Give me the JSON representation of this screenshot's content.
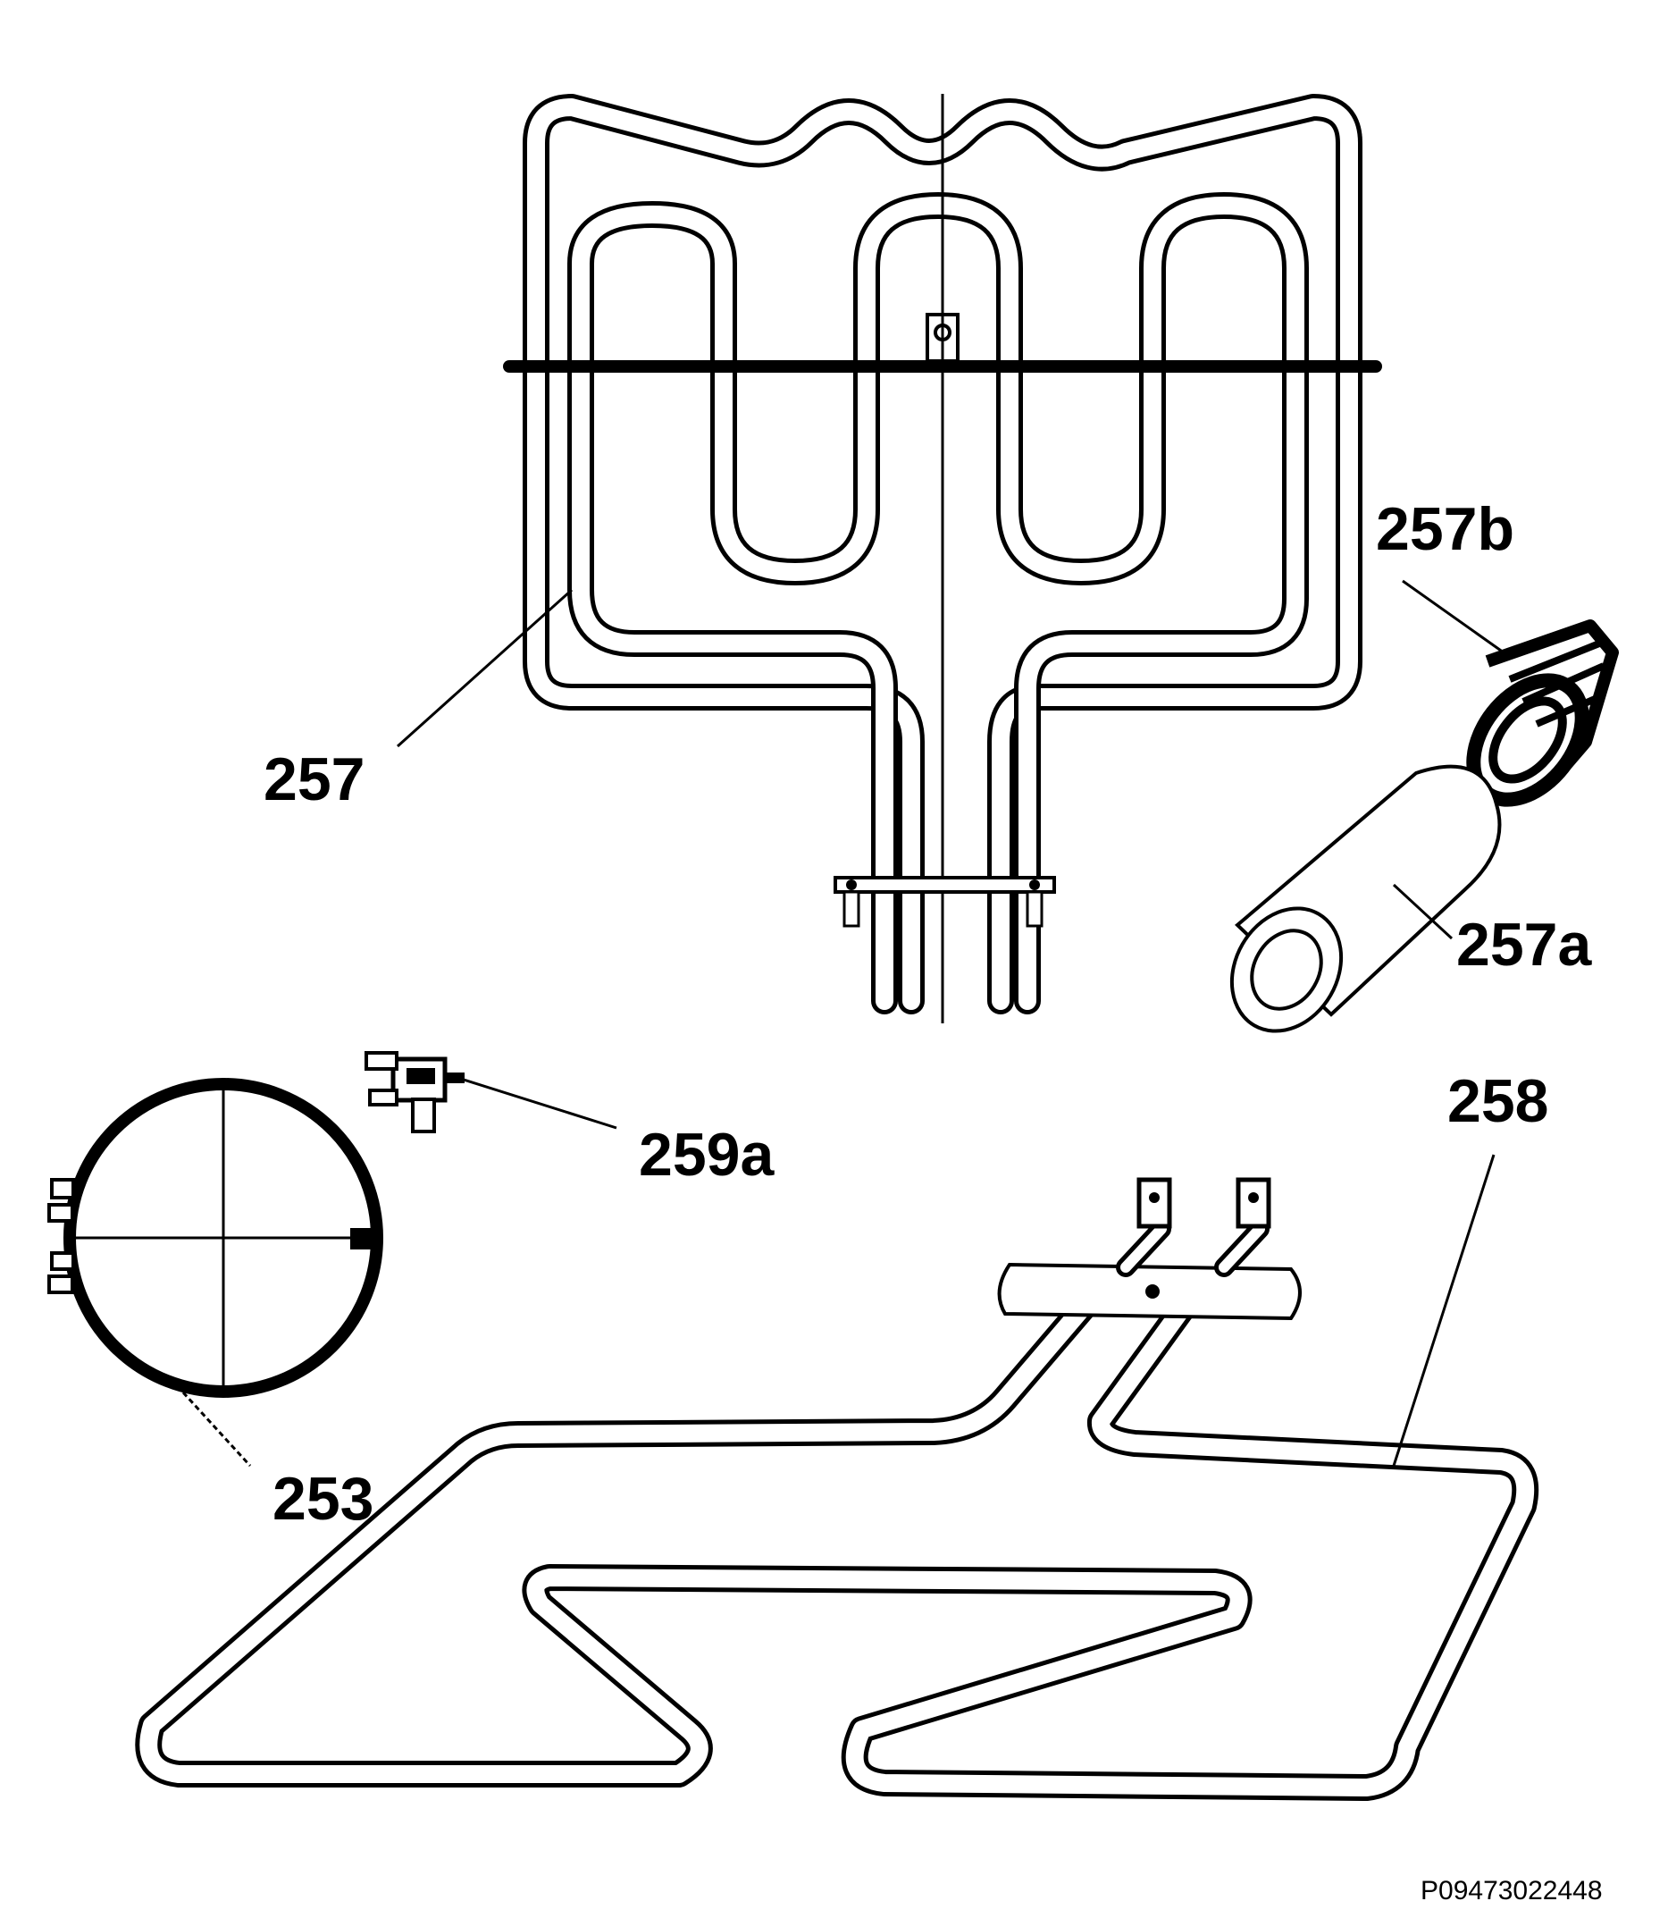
{
  "labels": {
    "grill_element": "257",
    "grommet": "257b",
    "sleeve": "257a",
    "bottom_element": "258",
    "thermal_cutout": "259a",
    "circular_element": "253"
  },
  "reference_code": "P09473022448",
  "colors": {
    "line": "#000000",
    "background": "#ffffff"
  }
}
